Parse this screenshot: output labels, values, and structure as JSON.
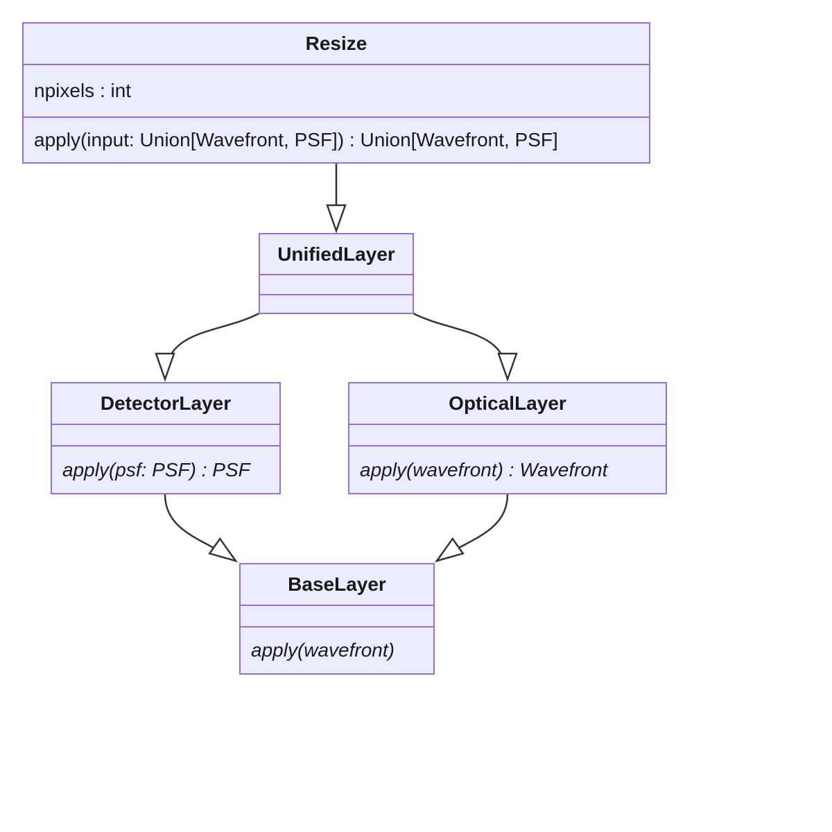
{
  "diagram": {
    "kind": "uml-class-diagram",
    "colors": {
      "node_fill": "#ECECFF",
      "node_border": "#9370DB",
      "edge_stroke": "#333333",
      "arrowhead_fill": "#ffffff",
      "text": "#1a1a1a",
      "background": "#ffffff"
    },
    "classes": {
      "resize": {
        "name": "Resize",
        "attributes": [
          "npixels : int"
        ],
        "methods": [
          "apply(input: Union[Wavefront, PSF]) : Union[Wavefront, PSF]"
        ]
      },
      "unified_layer": {
        "name": "UnifiedLayer",
        "attributes": [],
        "methods": []
      },
      "detector_layer": {
        "name": "DetectorLayer",
        "attributes": [],
        "methods": [
          "apply(psf: PSF) : PSF"
        ]
      },
      "optical_layer": {
        "name": "OpticalLayer",
        "attributes": [],
        "methods": [
          "apply(wavefront) : Wavefront"
        ]
      },
      "base_layer": {
        "name": "BaseLayer",
        "attributes": [],
        "methods": [
          "apply(wavefront)"
        ]
      }
    },
    "edges": [
      {
        "from": "Resize",
        "to": "UnifiedLayer",
        "type": "inheritance",
        "arrowhead": "hollow-triangle"
      },
      {
        "from": "UnifiedLayer",
        "to": "DetectorLayer",
        "type": "inheritance",
        "arrowhead": "hollow-triangle"
      },
      {
        "from": "UnifiedLayer",
        "to": "OpticalLayer",
        "type": "inheritance",
        "arrowhead": "hollow-triangle"
      },
      {
        "from": "DetectorLayer",
        "to": "BaseLayer",
        "type": "inheritance",
        "arrowhead": "hollow-triangle"
      },
      {
        "from": "OpticalLayer",
        "to": "BaseLayer",
        "type": "inheritance",
        "arrowhead": "hollow-triangle"
      }
    ]
  }
}
